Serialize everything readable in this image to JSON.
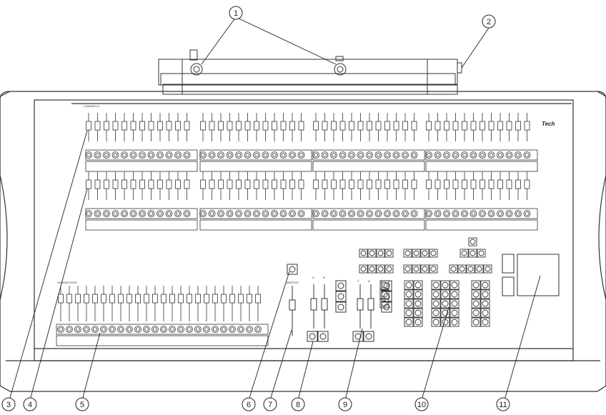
{
  "callouts": [
    "1",
    "2",
    "3",
    "4",
    "5",
    "6",
    "7",
    "8",
    "9",
    "10",
    "11"
  ],
  "labels": {
    "channels": "CHANNELS",
    "submasters": "SUBMASTERS",
    "master": "MASTER",
    "crossfade_a": "A",
    "crossfade_b": "B",
    "crossfade_c": "C",
    "crossfade_d": "D",
    "brand": "Tech"
  }
}
